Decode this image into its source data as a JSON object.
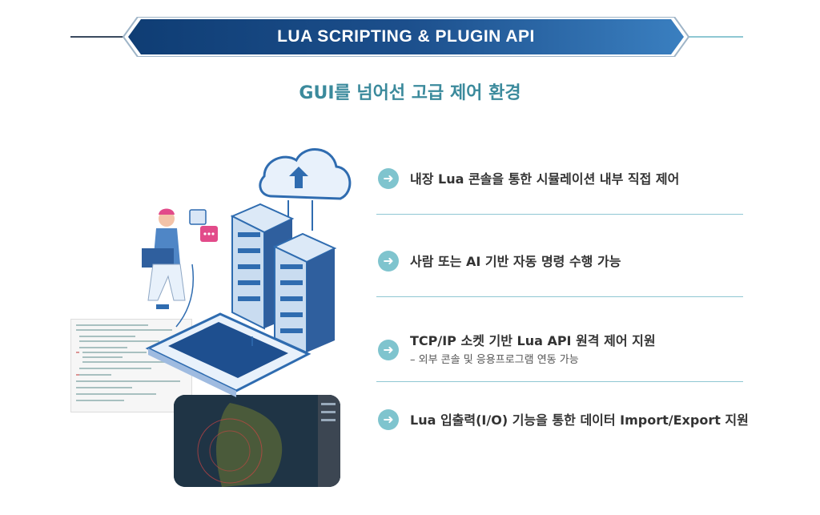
{
  "header": {
    "title": "LUA SCRIPTING & PLUGIN API",
    "colors": {
      "banner_dark": "#0f3d74",
      "banner_light": "#3a7fc0",
      "accent": "#3b8a9c"
    }
  },
  "subtitle": "GUI를 넘어선 고급 제어 환경",
  "features": [
    {
      "text": "내장 Lua 콘솔을 통한 시뮬레이션 내부 직접 제어",
      "sub": ""
    },
    {
      "text": "사람 또는 AI 기반 자동 명령 수행 가능",
      "sub": ""
    },
    {
      "text": "TCP/IP 소켓 기반 Lua API 원격 제어 지원",
      "sub": "– 외부 콘솔 및 응용프로그램 연동 가능"
    },
    {
      "text": "Lua 입출력(I/O) 기능을 통한 데이터 Import/Export 지원",
      "sub": ""
    }
  ],
  "icons": {
    "bullet": "arrow-right-circle-icon",
    "cloud": "cloud-upload-icon"
  }
}
